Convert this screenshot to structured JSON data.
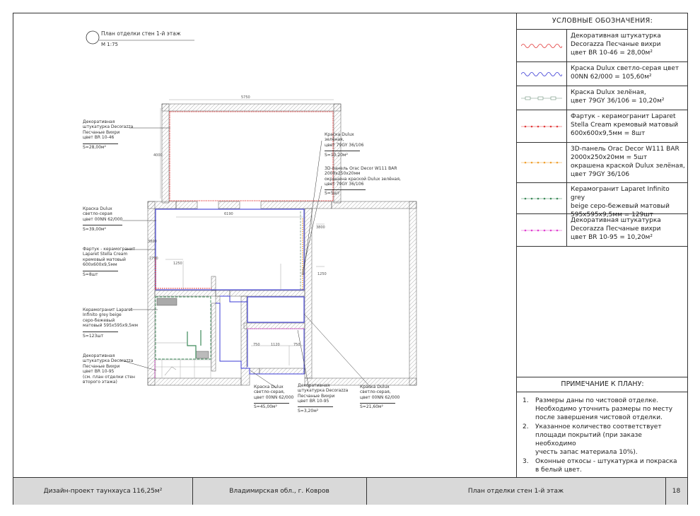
{
  "plan": {
    "title": "План отделки стен 1-й этаж",
    "scale": "М 1:75",
    "dims": {
      "top_width": "5750",
      "room_width": "6190",
      "left_height": "4000",
      "mid_height": "3800",
      "small_a": "2790",
      "small_b": "1250",
      "right_c": "3800",
      "right_d": "1250",
      "bottom_1": "750",
      "bottom_2": "1120",
      "bottom_3": "750"
    }
  },
  "callouts": {
    "c1": {
      "text": "Декоративная\nштукатурка Decorazza\nПесчаные Вихри\nцвет BR 10-46",
      "area": "S=28,00м²"
    },
    "c2": {
      "text": "Краска Dulux\nсветло-серая\nцвет 00NN 62/000",
      "area": "S=39,00м²"
    },
    "c3": {
      "text": "Фартук - керамогранит\nLaparet Stella Cream\nкремовый матовый\n600х600х9,5мм",
      "area": "S=8шт"
    },
    "c4": {
      "text": "Керамогранит Laparet\nInfinito grey beige\nсеро-бежевый\nматовый 595х595х9,5мм",
      "area": "S=123шт"
    },
    "c5": {
      "text": "Декоративная\nштукатурка Decorazza\nПесчаные Вихри\nцвет BR 10-95\n(см. план отделки стен\nвторого этажа)",
      "area": ""
    },
    "c6": {
      "text": "Краска Dulux\nзелёная,\nцвет 79GY 36/106",
      "area": "S=10,20м²"
    },
    "c7": {
      "text": "3D-панель Orac Decor W111 BAR\n2000x250x20мм\nокрашена краской Dulux зелёная,\nцвет 79GY 36/106",
      "area": "S=5шт"
    },
    "c8": {
      "text": "Краска Dulux\nсветло-серая,\nцвет 00NN 62/000",
      "area": "S=45,00м²"
    },
    "c9": {
      "text": "Декоративная\nштукатурка Decorazza\nПесчаные Вихри\nцвет BR 10-95",
      "area": "S=3,20м²"
    },
    "c10": {
      "text": "Краска Dulux\nсветло-серая,\nцвет 00NN 62/000",
      "area": "S=21,60м²"
    }
  },
  "legend": {
    "title": "УСЛОВНЫЕ ОБОЗНАЧЕНИЯ:",
    "items": [
      {
        "text": "Декоративная штукатурка\nDecorazza Песчаные вихри\nцвет BR 10-46 = 28,00м²",
        "color": "#e23b3b",
        "style": "wave"
      },
      {
        "text": "Краска Dulux светло-серая цвет\n00NN 62/000 = 105,60м²",
        "color": "#3b3bd6",
        "style": "wave"
      },
      {
        "text": "Краска Dulux зелёная,\nцвет 79GY 36/106 = 10,20м²",
        "color": "#6d8f7a",
        "style": "chain"
      },
      {
        "text": "Фартук - керамогранит Laparet\nStella Cream кремовый матовый\n600х600х9,5мм = 8шт",
        "color": "#e23b3b",
        "style": "dots"
      },
      {
        "text": "3D-панель Orac Decor W111 BAR\n2000х250х20мм = 5шт\nокрашена краской Dulux зелёная,\nцвет 79GY 36/106",
        "color": "#f0a030",
        "style": "dots"
      },
      {
        "text": "Керамогранит Laparet Infinito grey\nbeige серо-бежевый матовый\n595х595х9,5мм = 129шт",
        "color": "#3d8a5a",
        "style": "dots"
      },
      {
        "text": "Декоративная штукатурка\nDecorazza Песчаные вихри\nцвет BR 10-95 = 10,20м²",
        "color": "#e040d0",
        "style": "dots"
      }
    ]
  },
  "notes": {
    "title": "ПРИМЕЧАНИЕ К ПЛАНУ:",
    "items": [
      {
        "num": "1.",
        "text": "Размеры даны по чистовой отделке.\nНеобходимо уточнить размеры по месту\nпосле завершения чистовой отделки."
      },
      {
        "num": "2.",
        "text": "Указанное количество соответствует\nплощади покрытий (при заказе необходимо\nучесть запас материала 10%)."
      },
      {
        "num": "3.",
        "text": "Оконные откосы - штукатурка и покраска\nв белый цвет."
      }
    ]
  },
  "titleblock": {
    "project": "Дизайн-проект таунхауса 116,25м²",
    "location": "Владимирская обл., г. Ковров",
    "sheet_title": "План отделки стен 1-й этаж",
    "sheet_no": "18"
  }
}
